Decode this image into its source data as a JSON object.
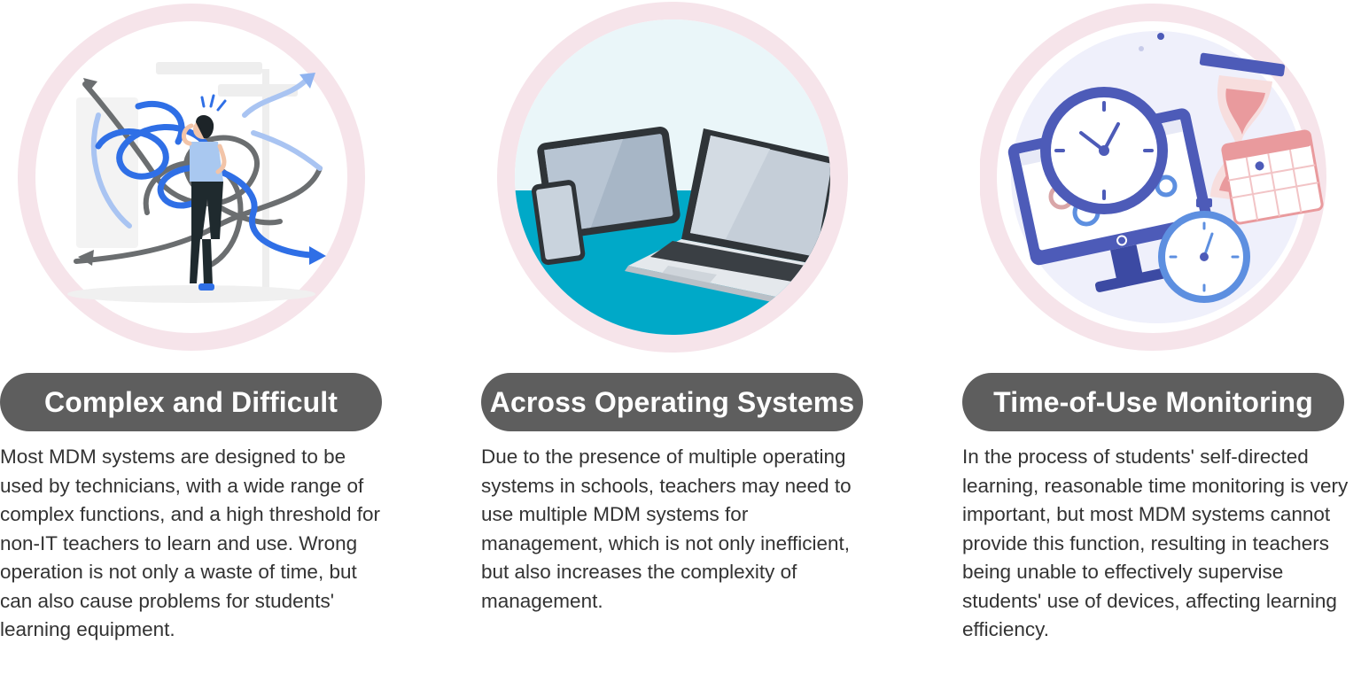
{
  "cards": [
    {
      "title": "Complex and Difficult",
      "body": "Most MDM systems are designed to be used by technicians, with a wide range of complex functions, and a high threshold for non-IT teachers to learn and use. Wrong operation is not only a waste of time, but can also cause problems for students' learning equipment.",
      "icon": "confused-person-tangled-arrows-icon"
    },
    {
      "title": "Across Operating Systems",
      "body": "Due to the presence of multiple operating systems in schools, teachers may need to use multiple MDM systems for management, which is not only inefficient, but also increases the complexity of management.",
      "icon": "devices-tablet-phone-laptop-icon"
    },
    {
      "title": "Time-of-Use Monitoring",
      "body": "In the process of students' self-directed learning, reasonable time monitoring is very important, but most MDM systems cannot provide this function, resulting in teachers being unable to effectively supervise students' use of devices, affecting learning efficiency.",
      "icon": "clock-monitor-hourglass-icon"
    }
  ],
  "colors": {
    "ring": "#f6e4ea",
    "pill": "#5e5e5e",
    "text": "#333333",
    "teal": "#00a9c8",
    "blue": "#4d5bb8",
    "bright_blue": "#2f6fe6"
  }
}
